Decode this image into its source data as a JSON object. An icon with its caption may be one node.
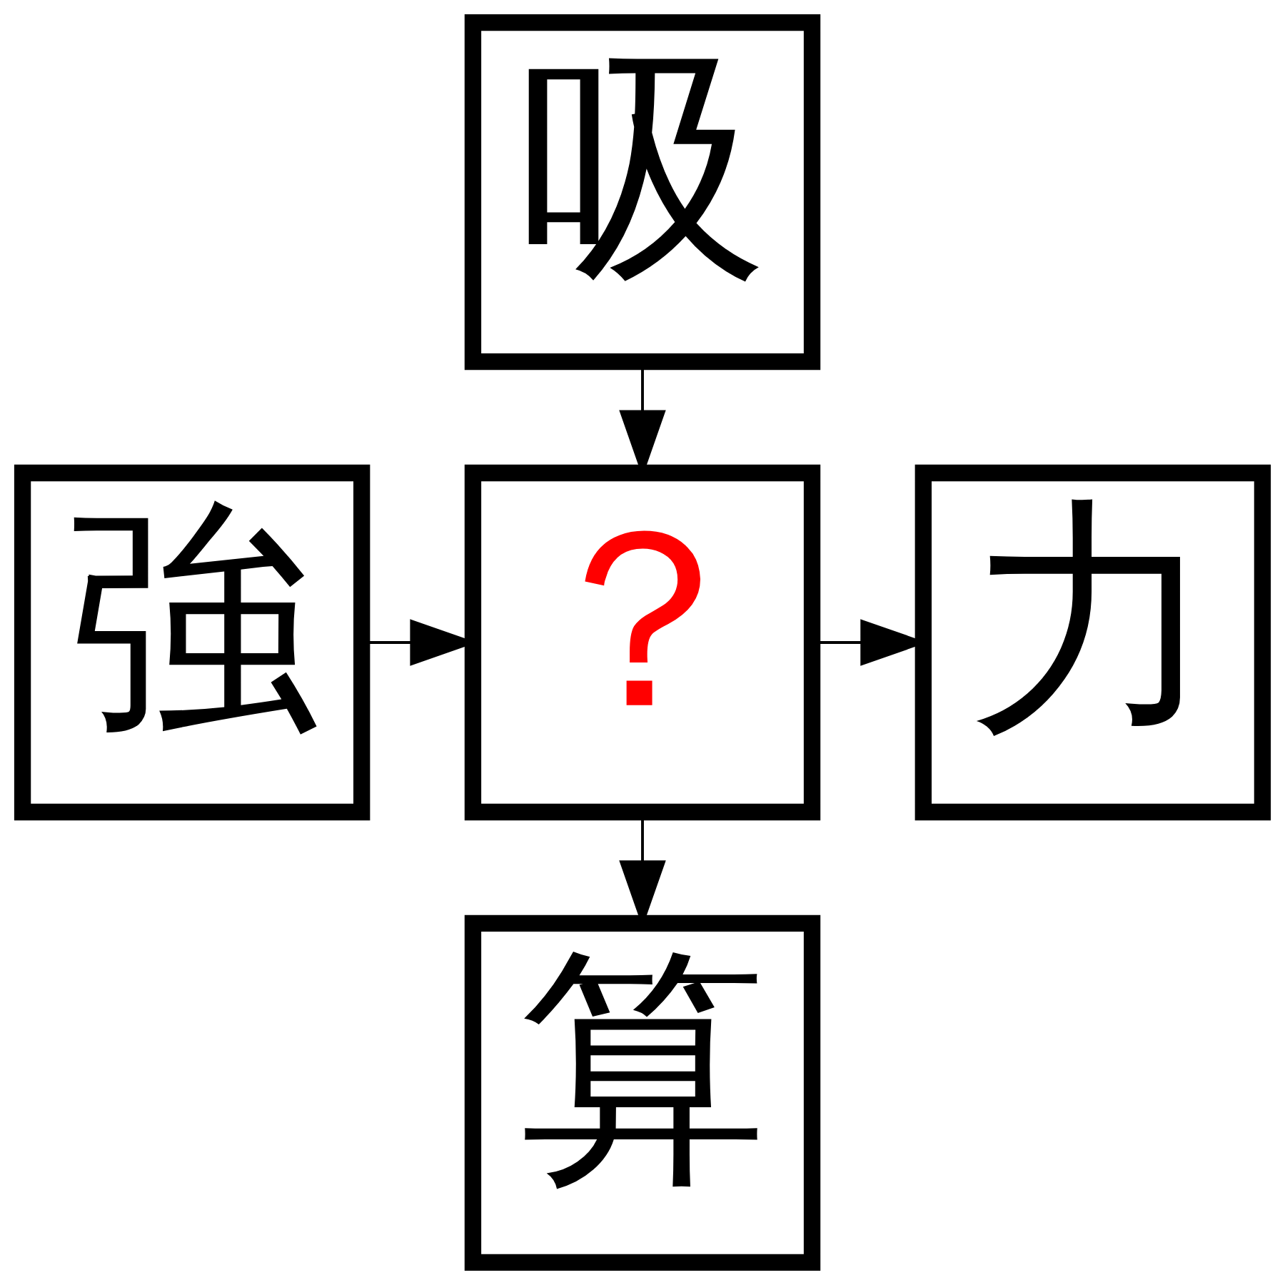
{
  "diagram": {
    "nodes": [
      {
        "text": [
          "吸"
        ]
      },
      {
        "text": [
          "強"
        ]
      },
      {
        "text": [
          "？"
        ]
      },
      {
        "text": [
          "力"
        ]
      },
      {
        "text": [
          "算"
        ]
      }
    ],
    "edges": [
      {
        "from": 0,
        "to": 2,
        "arrow": "to"
      },
      {
        "from": 1,
        "to": 2,
        "arrow": "to"
      },
      {
        "from": 2,
        "to": 3,
        "arrow": "to"
      },
      {
        "from": 2,
        "to": 4,
        "arrow": "to"
      }
    ]
  }
}
